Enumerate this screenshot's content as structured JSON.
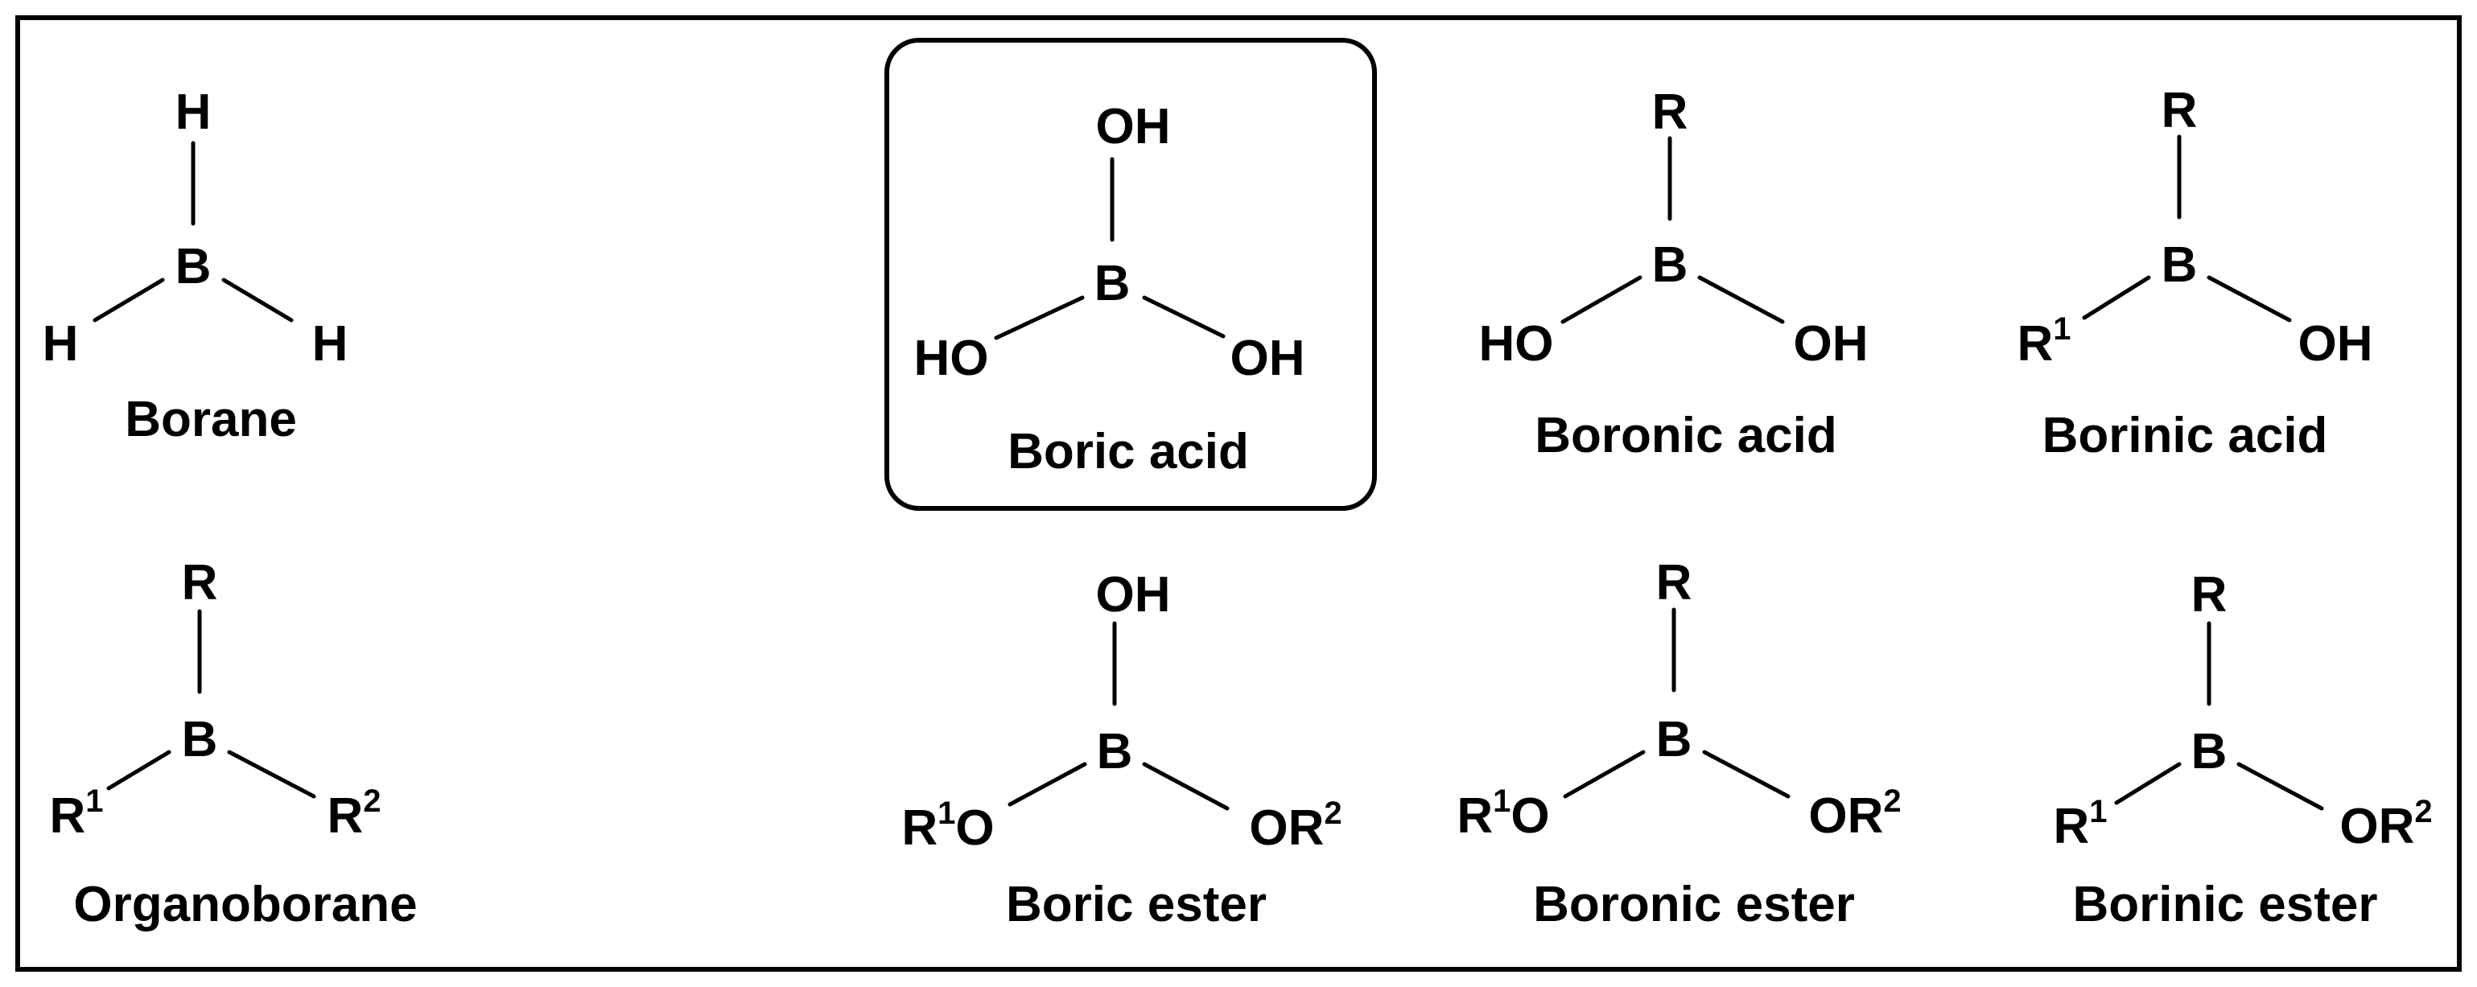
{
  "figure": {
    "border_color": "#000000",
    "highlight_color": "#000000"
  },
  "top_row": {
    "borane": {
      "atoms": {
        "top": "H",
        "center": "B",
        "left": "H",
        "right": "H"
      },
      "name": "Borane"
    },
    "boric_acid": {
      "atoms": {
        "top": "OH",
        "center": "B",
        "left": "HO",
        "right": "OH"
      },
      "name": "Boric acid",
      "highlighted": true
    },
    "boronic_acid": {
      "atoms": {
        "top": "R",
        "center": "B",
        "left": "HO",
        "right": "OH"
      },
      "name": "Boronic acid"
    },
    "borinic_acid": {
      "atoms": {
        "top": "R",
        "center": "B",
        "left_base": "R",
        "left_sup": "1",
        "right": "OH"
      },
      "name": "Borinic acid"
    }
  },
  "bottom_row": {
    "organoborane": {
      "atoms": {
        "top": "R",
        "center": "B",
        "left_base": "R",
        "left_sup": "1",
        "right_base": "R",
        "right_sup": "2"
      },
      "name": "Organoborane"
    },
    "boric_ester": {
      "atoms": {
        "top": "OH",
        "center": "B",
        "left_base": "R",
        "left_sup": "1",
        "left_tail": "O",
        "right_base": "OR",
        "right_sup": "2"
      },
      "name": "Boric ester"
    },
    "boronic_ester": {
      "atoms": {
        "top": "R",
        "center": "B",
        "left_base": "R",
        "left_sup": "1",
        "left_tail": "O",
        "right_base": "OR",
        "right_sup": "2"
      },
      "name": "Boronic ester"
    },
    "borinic_ester": {
      "atoms": {
        "top": "R",
        "center": "B",
        "left_base": "R",
        "left_sup": "1",
        "right_base": "OR",
        "right_sup": "2"
      },
      "name": "Borinic ester"
    }
  }
}
